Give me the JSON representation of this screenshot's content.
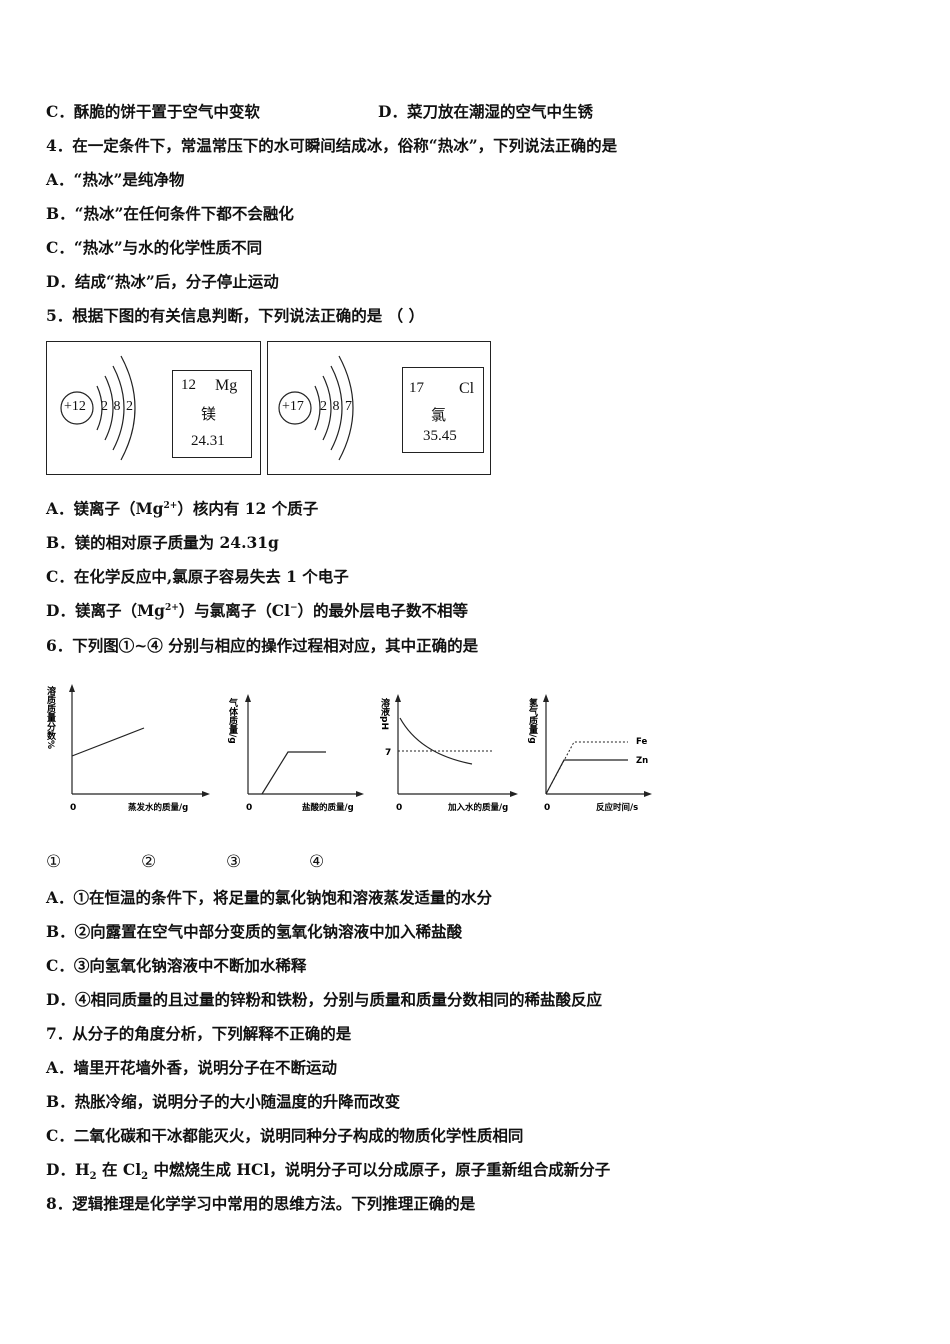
{
  "q3": {
    "opt_c": "C．酥脆的饼干置于空气中变软",
    "opt_d": "D．菜刀放在潮湿的空气中生锈"
  },
  "q4": {
    "stem": "4．在一定条件下，常温常压下的水可瞬间结成冰，俗称“热冰”，下列说法正确的是",
    "opt_a": "A．“热冰”是纯净物",
    "opt_b": "B．“热冰”在任何条件下都不会融化",
    "opt_c": "C．“热冰”与水的化学性质不同",
    "opt_d": "D．结成“热冰”后，分子停止运动"
  },
  "q5": {
    "stem": "5．根据下图的有关信息判断，下列说法正确的是 （ ）",
    "mg": {
      "nucleus": "+12",
      "shells": "2 8 2",
      "number": "12",
      "symbol": "Mg",
      "name": "镁",
      "mass": "24.31"
    },
    "cl": {
      "nucleus": "+17",
      "shells": "2 8 7",
      "number": "17",
      "symbol": "Cl",
      "name": "氯",
      "mass": "35.45"
    },
    "opt_a_pre": "A．镁离子（Mg",
    "opt_a_sup": "2+",
    "opt_a_post": "）核内有 12 个质子",
    "opt_b": "B．镁的相对原子质量为 24.31g",
    "opt_c": "C．在化学反应中,氯原子容易失去 1 个电子",
    "opt_d_pre": "D．镁离子（Mg",
    "opt_d_sup": "2+",
    "opt_d_mid": "）与氯离子（Cl",
    "opt_d_sup2": "−",
    "opt_d_post": "）的最外层电子数不相等"
  },
  "q6": {
    "stem": "6．下列图①~④ 分别与相应的操作过程相对应，其中正确的是",
    "graphs": [
      {
        "ylabel": "溶质质量分数%",
        "origin": "0",
        "xlabel": "蒸发水的质量/g"
      },
      {
        "ylabel": "气体质量/g",
        "origin": "0",
        "xlabel": "盐酸的质量/g"
      },
      {
        "ylabel": "溶液pH",
        "origin": "0",
        "xlabel": "加入水的质量/g",
        "tick": "7"
      },
      {
        "ylabel": "氢气质量/g",
        "origin": "0",
        "xlabel": "反应时间/s",
        "legend1": "Fe",
        "legend2": "Zn"
      }
    ],
    "labels": [
      "①",
      "②",
      "③",
      "④"
    ],
    "opt_a": "A．①在恒温的条件下，将足量的氯化钠饱和溶液蒸发适量的水分",
    "opt_b": "B．②向露置在空气中部分变质的氢氧化钠溶液中加入稀盐酸",
    "opt_c": "C．③向氢氧化钠溶液中不断加水稀释",
    "opt_d": "D．④相同质量的且过量的锌粉和铁粉，分别与质量和质量分数相同的稀盐酸反应"
  },
  "q7": {
    "stem": "7．从分子的角度分析，下列解释不正确的是",
    "opt_a": "A．墙里开花墙外香，说明分子在不断运动",
    "opt_b": "B．热胀冷缩，说明分子的大小随温度的升降而改变",
    "opt_c": "C．二氧化碳和干冰都能灭火，说明同种分子构成的物质化学性质相同",
    "opt_d_pre": "D．H",
    "opt_d_sub1": "2",
    "opt_d_mid": " 在 Cl",
    "opt_d_sub2": "2",
    "opt_d_post": " 中燃烧生成 HCl，说明分子可以分成原子，原子重新组合成新分子"
  },
  "q8": {
    "stem": "8．逻辑推理是化学学习中常用的思维方法。下列推理正确的是"
  }
}
